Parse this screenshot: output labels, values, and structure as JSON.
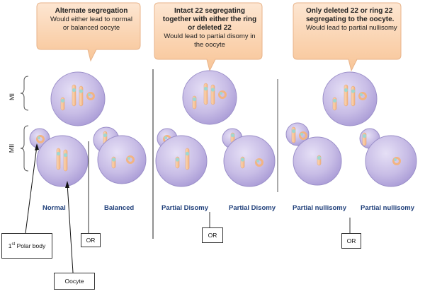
{
  "callouts": [
    {
      "heading": "Alternate segregation",
      "body": "Would either lead to normal or balanced oocyte"
    },
    {
      "heading": "Intact 22 segregating together with either the ring or deleted 22",
      "body": "Would lead to partial disomy in the oocyte"
    },
    {
      "heading": "Only deleted 22 or ring 22 segregating to the oocyte.",
      "body": "Would lead to partial nullisomy"
    }
  ],
  "stage_labels": {
    "mi": "MI",
    "mii": "MII"
  },
  "outcomes": [
    "Normal",
    "Balanced",
    "Partial Disomy",
    "Partial Disomy",
    "Partial nullisomy",
    "Partial nullisomy"
  ],
  "or_label": "OR",
  "polar_body_label": {
    "prefix": "1",
    "sup": "st",
    "suffix": " Polar body"
  },
  "oocyte_label": "Oocyte",
  "colors": {
    "cell_fill": "#c8bde6",
    "cell_stroke": "#9b8fc9",
    "callout_fill": "#fbd2ad",
    "chromosome_fill": "#f7c69b",
    "centromere_fill": "#9fd8d2",
    "label_blue": "#1f3f7a"
  }
}
